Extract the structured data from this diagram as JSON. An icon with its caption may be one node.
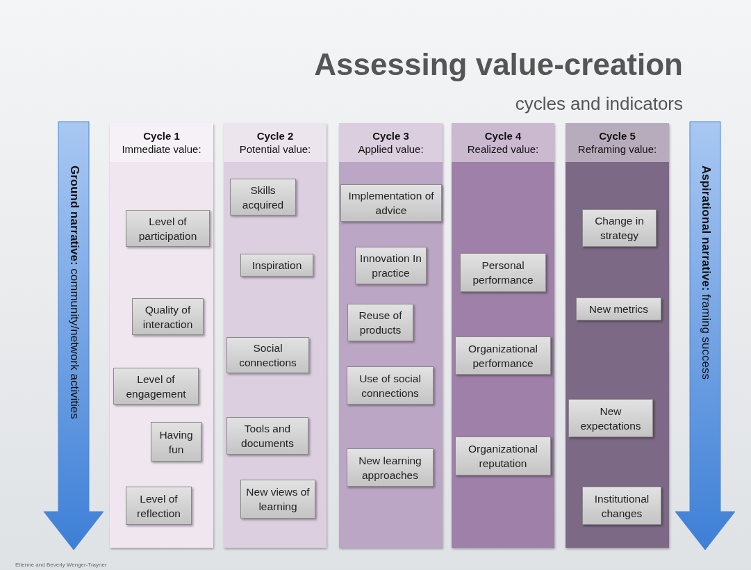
{
  "diagram": {
    "title": "Assessing value-creation",
    "nodes": [
      {
        "text": [
          "**Ground narrative:** community/network activities"
        ]
      },
      {
        "text": [
          "Cycle 1",
          "Immediate value:"
        ]
      },
      {
        "text": [
          "Level of participation"
        ],
        "in": 1
      },
      {
        "text": [
          "Quality of interaction"
        ],
        "in": 1
      },
      {
        "text": [
          "Level of engagement"
        ],
        "in": 1
      },
      {
        "text": [
          "Having fun"
        ],
        "in": 1
      },
      {
        "text": [
          "Level of reflection"
        ],
        "in": 1
      },
      {
        "text": [
          "Cycle 2",
          "Potential value:"
        ]
      },
      {
        "text": [
          "Skills acquired"
        ],
        "in": 7
      },
      {
        "text": [
          "Inspiration"
        ],
        "in": 7
      },
      {
        "text": [
          "Social connections"
        ],
        "in": 7
      },
      {
        "text": [
          "Tools and documents"
        ],
        "in": 7
      },
      {
        "text": [
          "New views of learning"
        ],
        "in": 7
      },
      {
        "text": [
          "Cycle 3",
          "Applied value:"
        ]
      },
      {
        "text": [
          "Implementation of advice"
        ],
        "in": 13
      },
      {
        "text": [
          "Innovation In practice"
        ],
        "in": 13
      },
      {
        "text": [
          "Reuse of products"
        ],
        "in": 13
      },
      {
        "text": [
          "Use of social connections"
        ],
        "in": 13
      },
      {
        "text": [
          "New learning approaches"
        ],
        "in": 13
      },
      {
        "text": [
          "Cycle 4",
          "Realized value:"
        ]
      },
      {
        "text": [
          "Personal performance"
        ],
        "in": 19
      },
      {
        "text": [
          "Organizational performance"
        ],
        "in": 19
      },
      {
        "text": [
          "Organizational reputation"
        ],
        "in": 19
      },
      {
        "text": [
          "Cycle 5",
          "Reframing value:"
        ]
      },
      {
        "text": [
          "Change in strategy"
        ],
        "in": 23
      },
      {
        "text": [
          "New metrics"
        ],
        "in": 23
      },
      {
        "text": [
          "New expectations"
        ],
        "in": 23
      },
      {
        "text": [
          "Institutional changes"
        ],
        "in": 23
      },
      {
        "text": [
          "**Aspirational narrative:** framing success"
        ]
      }
    ],
    "labels": [
      "cycles and indicators",
      "Etienne and Beverly Wenger-Trayner"
    ]
  }
}
